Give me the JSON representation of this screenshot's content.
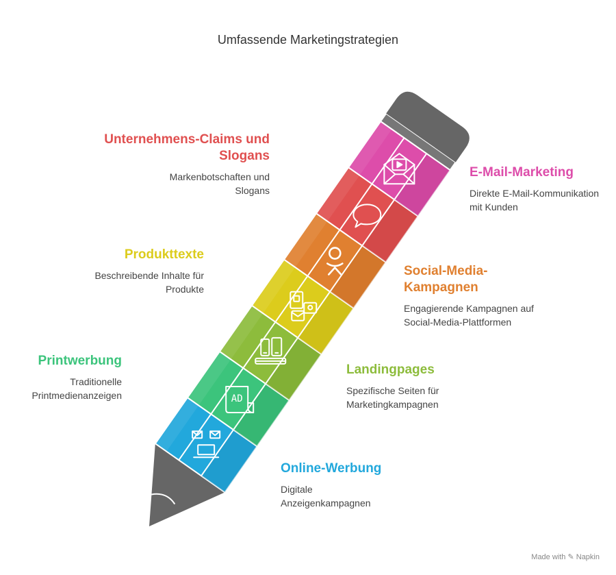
{
  "title": "Umfassende Marketingstrategien",
  "segments": [
    {
      "name": "E-Mail-Marketing",
      "description": "Direkte E-Mail-Kommunikation mit Kunden",
      "side": "right",
      "color": "#dd4daa",
      "dark": "#b33a8a",
      "icon": "email-video-icon"
    },
    {
      "name": "Unternehmens-Claims und Slogans",
      "description": "Markenbotschaften und Slogans",
      "side": "left",
      "color": "#e05050",
      "dark": "#bb3b3b",
      "icon": "speech-bubble-icon"
    },
    {
      "name": "Social-Media-Kampagnen",
      "description": "Engagierende Kampagnen auf Social-Media-Plattformen",
      "side": "right",
      "color": "#e08030",
      "dark": "#bb6622",
      "icon": "social-odnoklassniki-icon"
    },
    {
      "name": "Produkttexte",
      "description": "Beschreibende Inhalte für Produkte",
      "side": "left",
      "color": "#dccc1c",
      "dark": "#b8a910",
      "icon": "product-cards-icon"
    },
    {
      "name": "Landingpages",
      "description": "Spezifische Seiten für Marketingkampagnen",
      "side": "right",
      "color": "#8dbc3c",
      "dark": "#6f9a2c",
      "icon": "devices-icon"
    },
    {
      "name": "Printwerbung",
      "description": "Traditionelle Printmedienanzeigen",
      "side": "left",
      "color": "#3cc47c",
      "dark": "#2ba064",
      "icon": "ad-paper-icon"
    },
    {
      "name": "Online-Werbung",
      "description": "Digitale Anzeigenkampagnen",
      "side": "right",
      "color": "#22a8dc",
      "dark": "#1a8ab6",
      "icon": "laptop-mail-icon"
    }
  ],
  "footer": "Made with ✎ Napkin"
}
